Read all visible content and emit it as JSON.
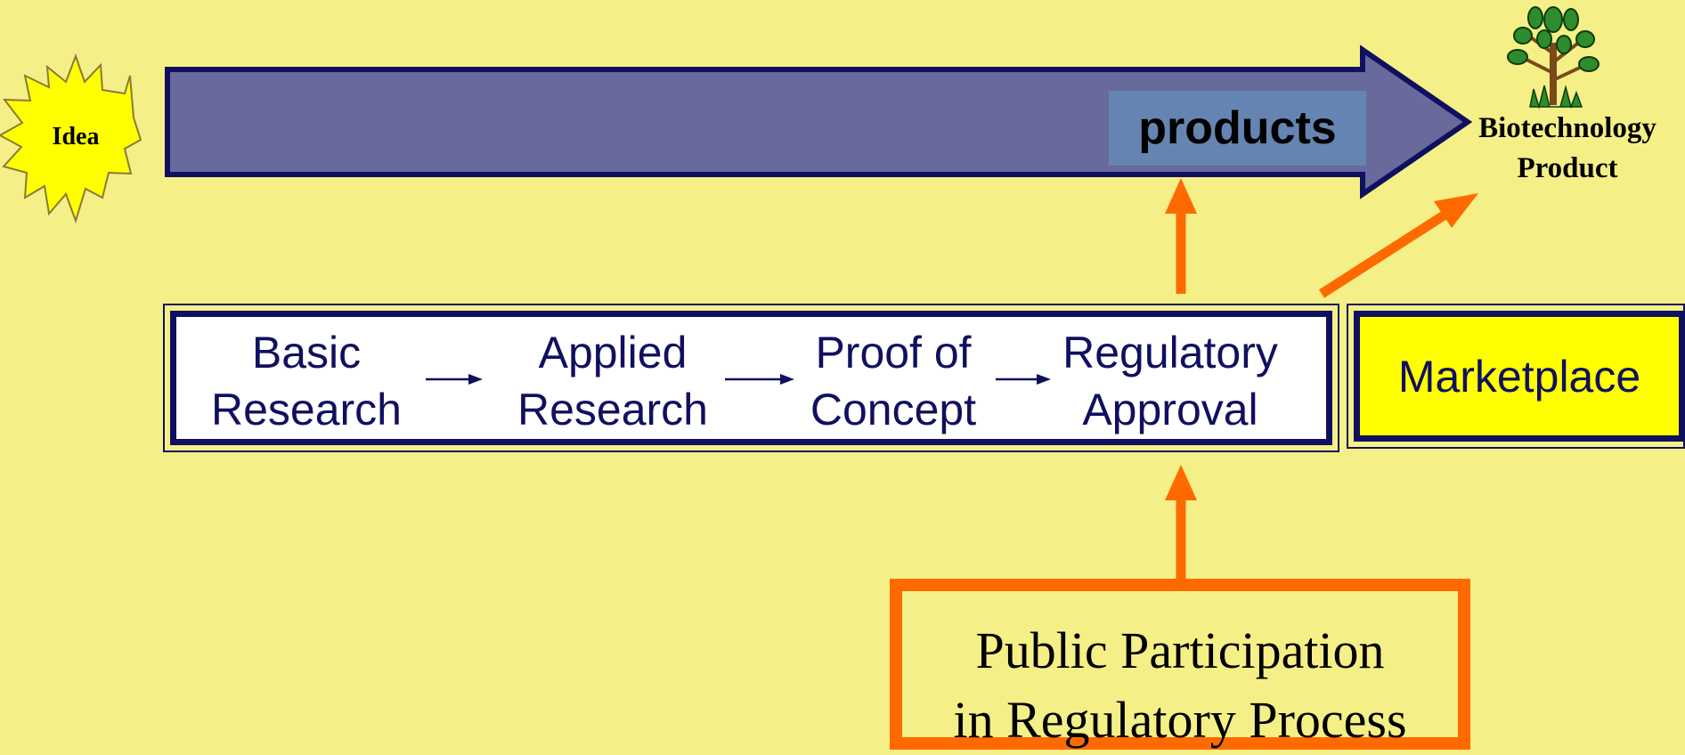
{
  "idea": {
    "label": "Idea"
  },
  "pipeline": {
    "label": "products"
  },
  "product": {
    "line1": "Biotechnology",
    "line2": "Product",
    "icon": "tree-icon"
  },
  "steps": [
    {
      "line1": "Basic",
      "line2": "Research"
    },
    {
      "line1": "Applied",
      "line2": "Research"
    },
    {
      "line1": "Proof of",
      "line2": "Concept"
    },
    {
      "line1": "Regulatory",
      "line2": "Approval"
    }
  ],
  "marketplace": {
    "label": "Marketplace"
  },
  "public": {
    "line1": "Public Participation",
    "line2": "in Regulatory Process"
  },
  "colors": {
    "background": "#f5ef87",
    "pipeline_arrow": "#676a9b",
    "pipeline_border": "#101060",
    "products_box": "#6584b2",
    "accent_orange": "#ff6a00",
    "marketplace_fill": "#ffff00",
    "idea_burst": "#ffff00",
    "text_navy": "#101060"
  }
}
